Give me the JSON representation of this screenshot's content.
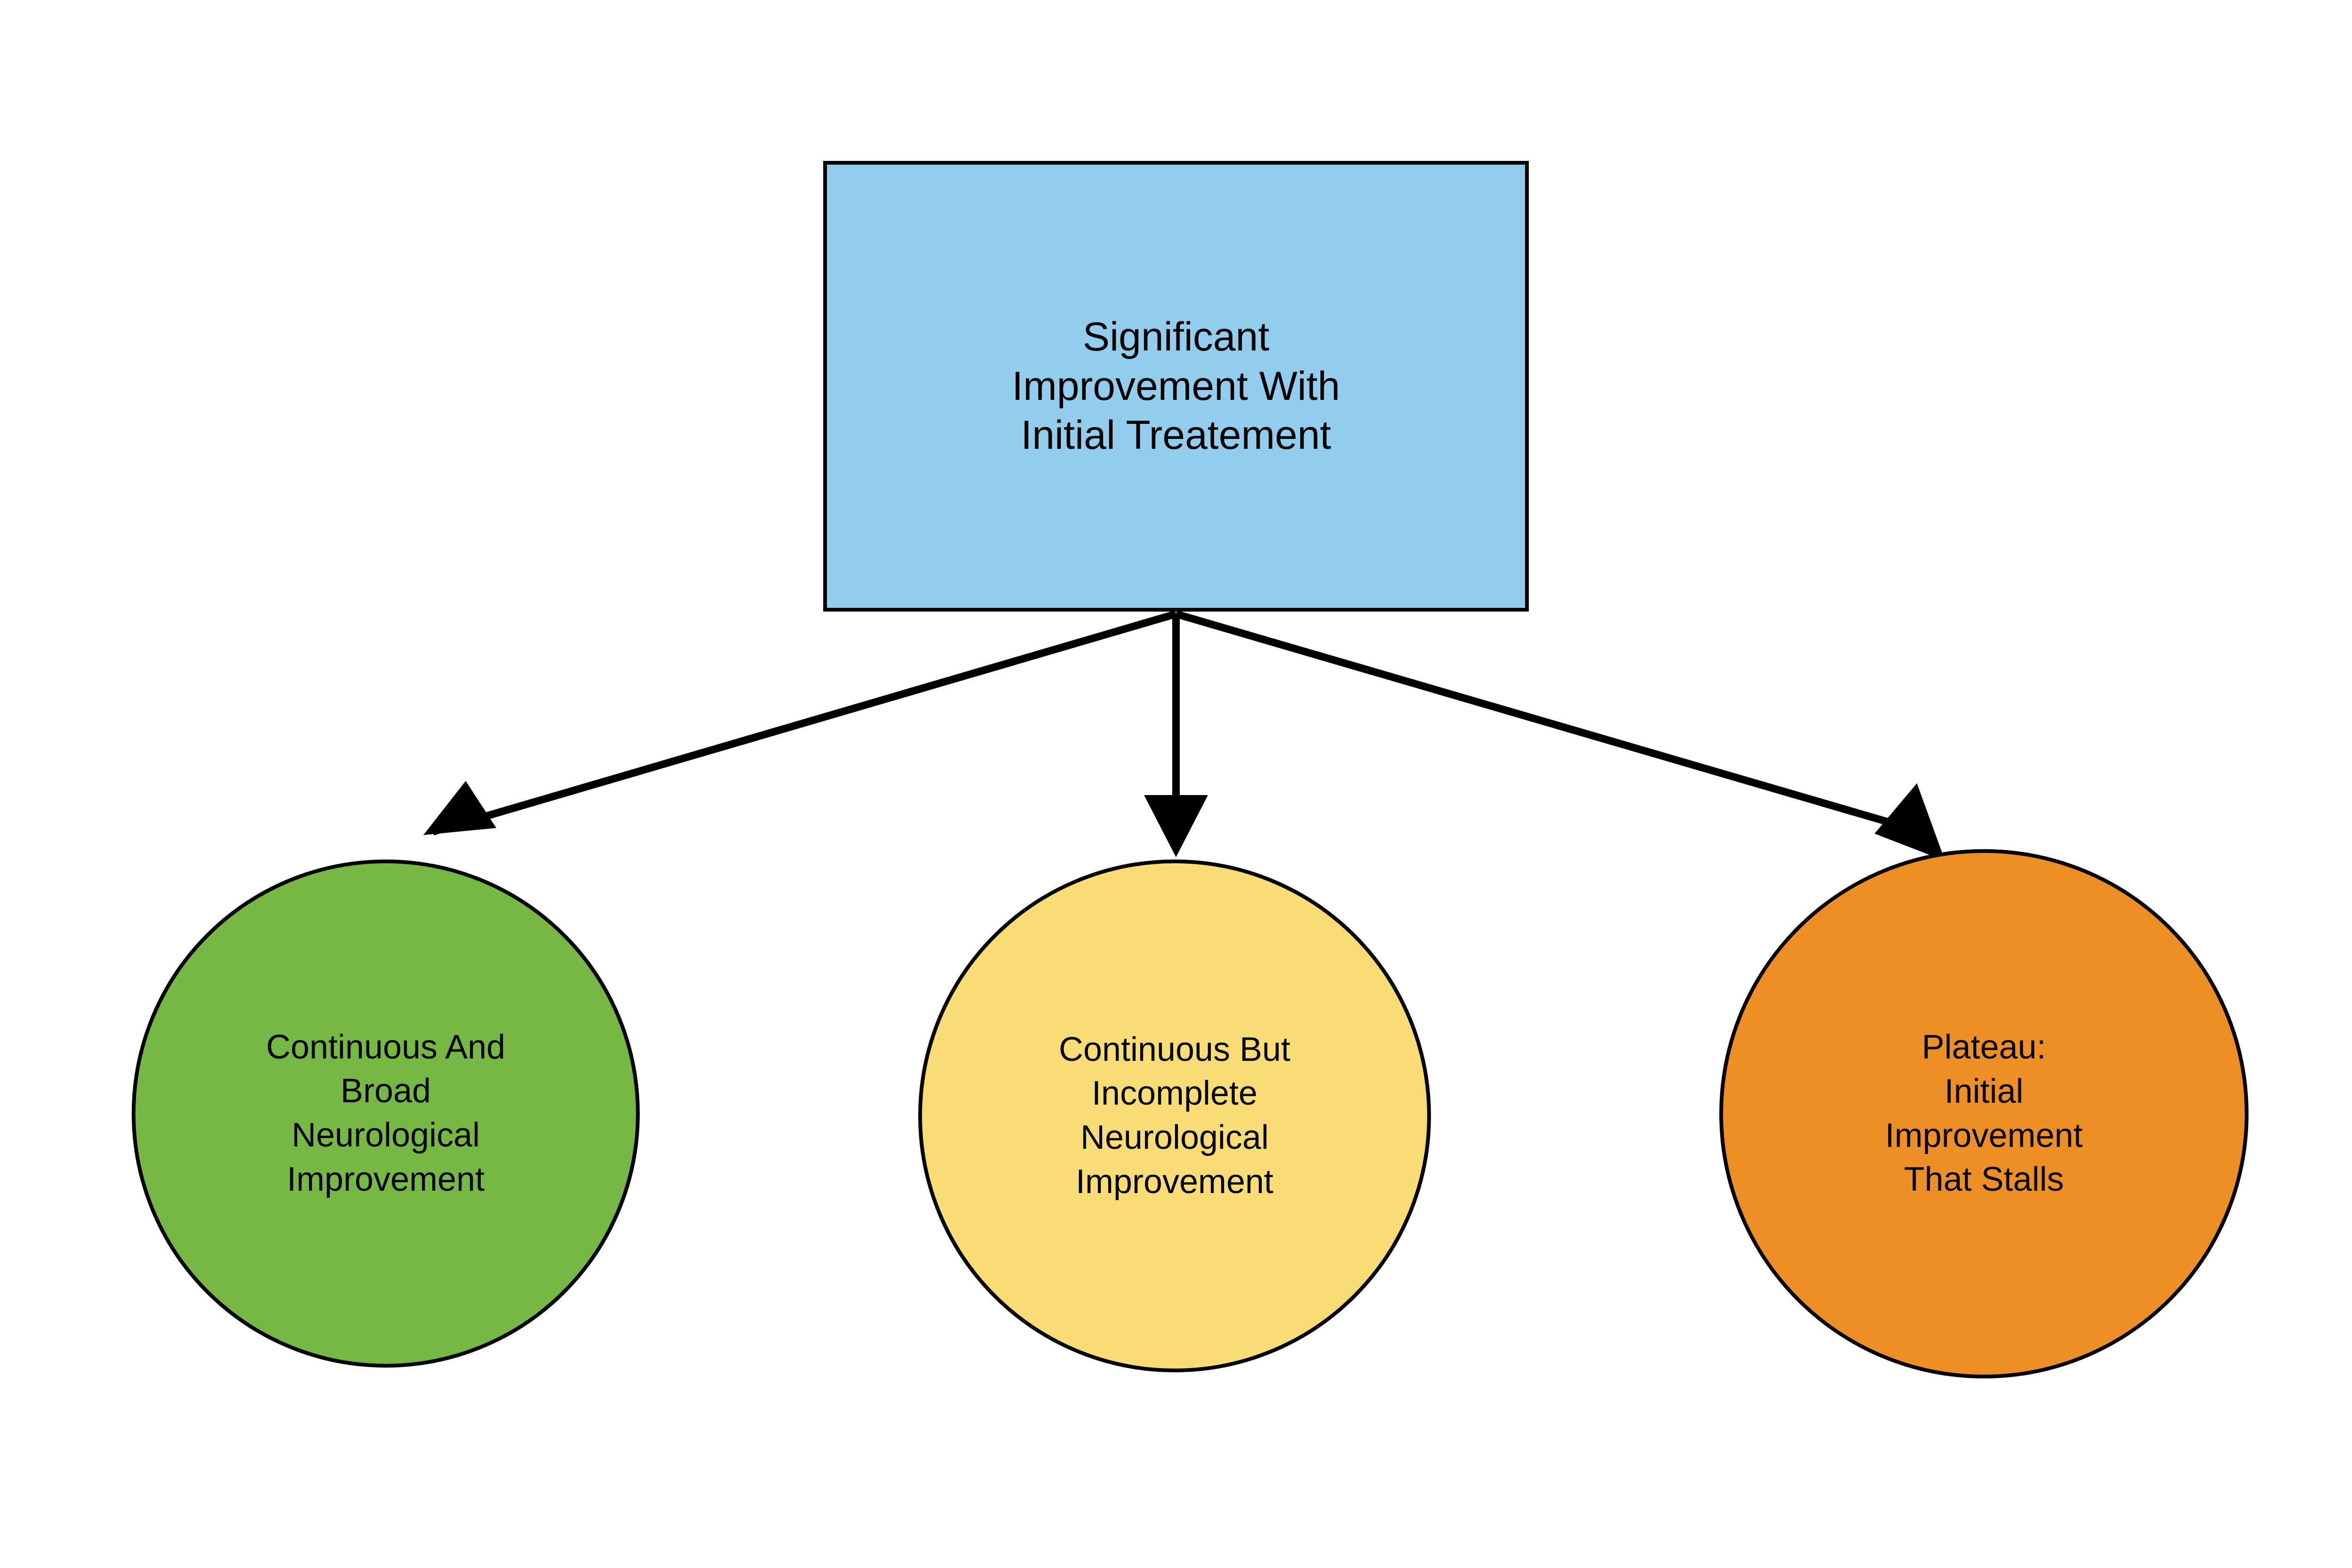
{
  "diagram": {
    "type": "flowchart",
    "orientation": "top-down",
    "background_color": "#ffffff",
    "root": {
      "id": "root",
      "shape": "rectangle",
      "label": "Significant\nImprovement With\nInitial Treatement",
      "fill_color": "#92CDEE",
      "stroke_color": "#000000"
    },
    "children": [
      {
        "id": "outcome-continuous-broad",
        "shape": "circle",
        "label": "Continuous And\nBroad\nNeurological\nImprovement",
        "fill_color": "#75B843",
        "stroke_color": "#000000"
      },
      {
        "id": "outcome-continuous-incomplete",
        "shape": "circle",
        "label": "Continuous But\nIncomplete\nNeurological\nImprovement",
        "fill_color": "#FADC75",
        "stroke_color": "#000000"
      },
      {
        "id": "outcome-plateau",
        "shape": "circle",
        "label": "Plateau:\nInitial\nImprovement\nThat Stalls",
        "fill_color": "#EE8F26",
        "stroke_color": "#000000"
      }
    ],
    "edges": [
      {
        "from": "root",
        "to": "outcome-continuous-broad",
        "style": "solid",
        "arrowhead": "filled-triangle",
        "label": ""
      },
      {
        "from": "root",
        "to": "outcome-continuous-incomplete",
        "style": "solid",
        "arrowhead": "filled-triangle",
        "label": ""
      },
      {
        "from": "root",
        "to": "outcome-plateau",
        "style": "solid",
        "arrowhead": "filled-triangle",
        "label": ""
      }
    ],
    "edge_color": "#000000"
  }
}
